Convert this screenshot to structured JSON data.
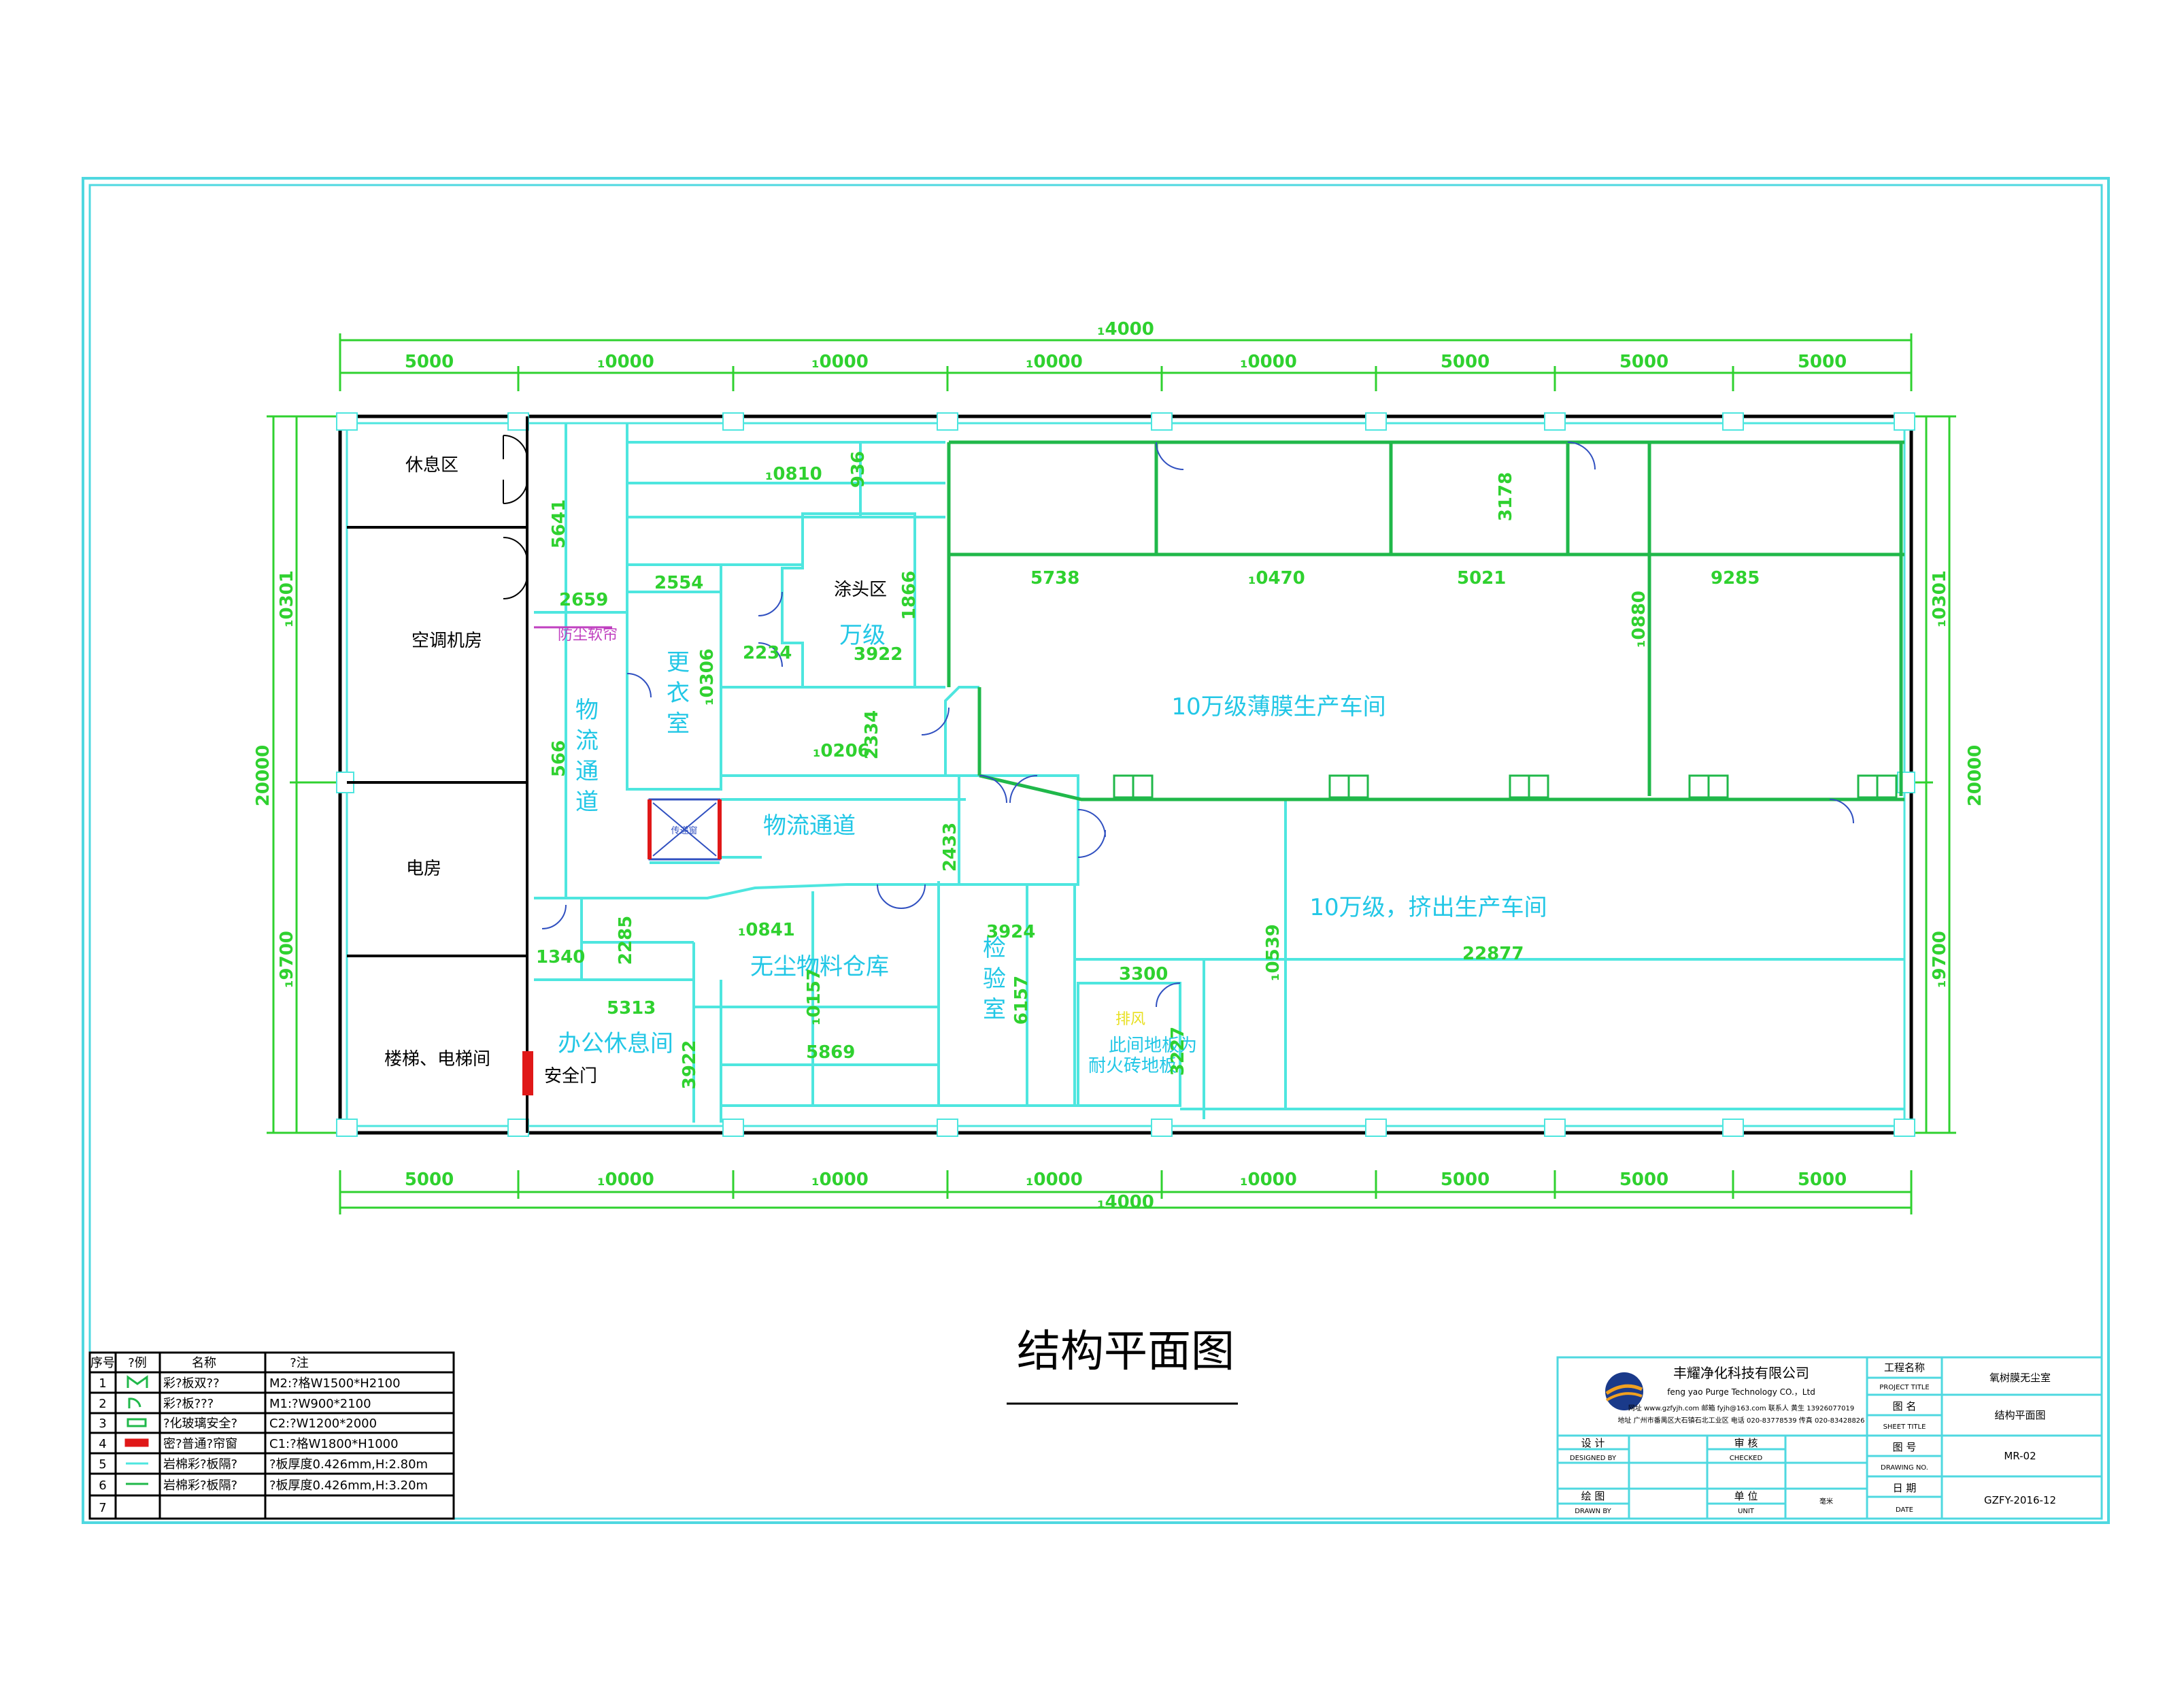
{
  "drawing_title": "结构平面图",
  "dims": {
    "top_total": "₁4000",
    "top_segments": [
      "5000",
      "₁0000",
      "₁0000",
      "₁0000",
      "₁0000",
      "5000",
      "5000",
      "5000"
    ],
    "bottom_total": "₁4000",
    "bottom_segments": [
      "5000",
      "₁0000",
      "₁0000",
      "₁0000",
      "₁0000",
      "5000",
      "5000",
      "5000"
    ],
    "left_total": "20000",
    "left_upper": "₁0301",
    "left_lower": "₁9700",
    "right_total": "20000",
    "right_upper": "₁0301",
    "right_lower": "₁9700"
  },
  "rooms": {
    "rest_area": "休息区",
    "ac_room": "空调机房",
    "power_room": "电房",
    "stairs": "楼梯、电梯间",
    "safety_door": "安全门",
    "dust_curtain": "防尘软帘",
    "logistics_corridor_v": [
      "物",
      "流",
      "通",
      "道"
    ],
    "changing_room": [
      "更",
      "衣",
      "室"
    ],
    "coating_area": "涂头区",
    "coating_level": "万级",
    "film_workshop": "10万级薄膜生产车间",
    "logistics_corridor": "物流通道",
    "pass_box": "传递窗",
    "extrusion_workshop": "10万级，挤出生产车间",
    "material_store": "无尘物料仓库",
    "inspection": [
      "检",
      "验",
      "室"
    ],
    "office_rest": "办公休息间",
    "waste": "排风",
    "floor_note_1": "此间地板为",
    "floor_note_2": "耐火砖地板"
  },
  "inner_dims": {
    "d5641": "5641",
    "d2659": "2659",
    "d2554": "2554",
    "d0810": "₁0810",
    "d936": "936",
    "d1866": "1866",
    "d2234": "2234",
    "d3922a": "3922",
    "d0306": "₁0306",
    "d566": "566",
    "d0206": "₁0206",
    "d2334": "2334",
    "d2433": "2433",
    "d5738": "5738",
    "d0470": "₁0470",
    "d5021": "5021",
    "d9285": "9285",
    "d3178": "3178",
    "d0880": "₁0880",
    "d0841": "₁0841",
    "d2285": "2285",
    "d1340": "1340",
    "d5313": "5313",
    "d3922b": "3922",
    "d0157": "₁0157",
    "d5869": "5869",
    "d3924": "3924",
    "d6157": "6157",
    "d3300": "3300",
    "d3227": "3227",
    "d0539": "₁0539",
    "d22877": "22877"
  },
  "legend": {
    "headers": [
      "序号",
      "?例",
      "名称",
      "?注"
    ],
    "rows": [
      {
        "no": "1",
        "name": "彩?板双??",
        "note": "M2:?格W1500*H2100"
      },
      {
        "no": "2",
        "name": "彩?板???",
        "note": "M1:?W900*2100"
      },
      {
        "no": "3",
        "name": "?化玻璃安全?",
        "note": "C2:?W1200*2000"
      },
      {
        "no": "4",
        "name": "密?普通?帘窗",
        "note": "C1:?格W1800*H1000"
      },
      {
        "no": "5",
        "name": "岩棉彩?板隔?",
        "note": "?板厚度0.426mm,H:2.80m"
      },
      {
        "no": "6",
        "name": "岩棉彩?板隔?",
        "note": "?板厚度0.426mm,H:3.20m"
      },
      {
        "no": "7",
        "name": "",
        "note": ""
      }
    ]
  },
  "title_block": {
    "company": "丰耀净化科技有限公司",
    "company_en": "feng yao Purge Technology CO.，Ltd",
    "contact": "网址 www.gzfyjh.com    邮箱 fyjh@163.com    联系人 黄生 13926077019",
    "address": "地址 广州市番禺区大石镇石北工业区    电话 020-83778539    传真 020-83428826",
    "project_label": "工程名称",
    "project_label_en": "PROJECT TITLE",
    "project_value": "氧树膜无尘室",
    "sheet_label": "图 名",
    "sheet_label_en": "SHEET TITLE",
    "sheet_value": "结构平面图",
    "design_label": "设 计",
    "design_label_en": "DESIGNED BY",
    "check_label": "审 核",
    "check_label_en": "CHECKED",
    "drawn_label": "绘 图",
    "drawn_label_en": "DRAWN BY",
    "unit_label": "单 位",
    "unit_label_en": "UNIT",
    "unit_value": "毫米",
    "drawing_no_label": "图 号",
    "drawing_no_label_en": "DRAWING NO.",
    "drawing_no_value": "MR-02",
    "date_label": "日 期",
    "date_label_en": "DATE",
    "date_value": "GZFY-2016-12"
  },
  "colors": {
    "frame": "#4fd8e0",
    "dimension": "#2fd12f",
    "wall_green": "#20b84a",
    "wall_cyan": "#4ee6df",
    "room_text_cyan": "#22c7e6",
    "red_door": "#e01818"
  }
}
